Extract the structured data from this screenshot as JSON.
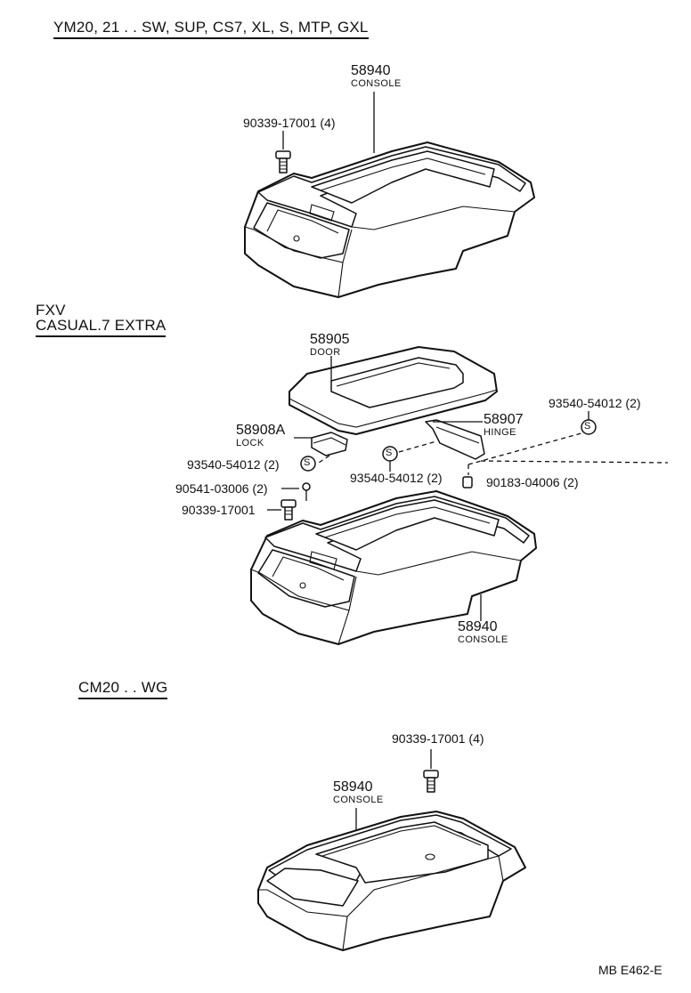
{
  "sections": {
    "top_header": "YM20, 21 . . SW, SUP, CS7, XL, S, MTP, GXL",
    "mid_header_1": "FXV",
    "mid_header_2": "CASUAL.7 EXTRA",
    "bottom_header": "CM20 . . WG"
  },
  "top": {
    "console_number": "58940",
    "console_name": "CONSOLE",
    "screw": "90339-17001 (4)"
  },
  "middle": {
    "door_number": "58905",
    "door_name": "DOOR",
    "lock_number": "58908A",
    "lock_name": "LOCK",
    "hinge_number": "58907",
    "hinge_name": "HINGE",
    "clip_right": "93540-54012 (2)",
    "clip_lock": "93540-54012 (2)",
    "clip_center": "93540-54012 (2)",
    "pin": "90541-03006 (2)",
    "nut": "90183-04006 (2)",
    "screw": "90339-17001",
    "console_number": "58940",
    "console_name": "CONSOLE"
  },
  "bottom": {
    "screw": "90339-17001 (4)",
    "console_number": "58940",
    "console_name": "CONSOLE"
  },
  "symbols": {
    "clip_marker": "S"
  },
  "footer": {
    "code": "MB  E462-E"
  }
}
